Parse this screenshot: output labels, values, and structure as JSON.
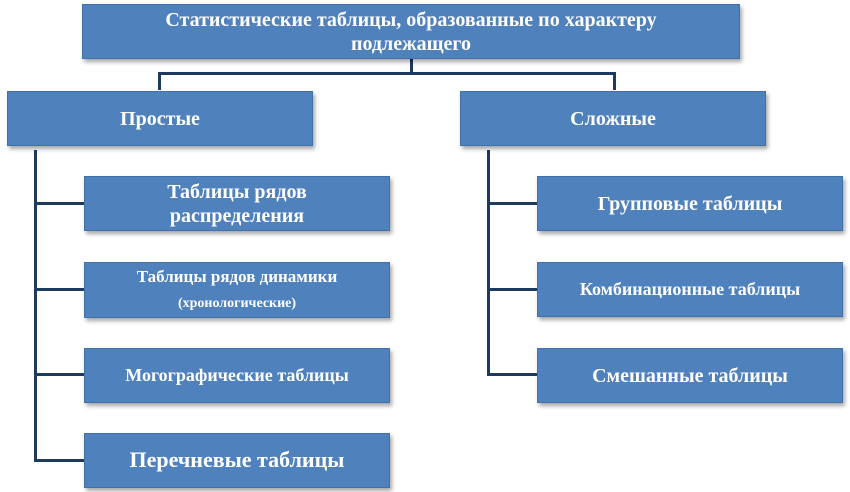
{
  "root": {
    "label": "Статистические таблицы, образованные по характеру подлежащего"
  },
  "left": {
    "label": "Простые",
    "children": [
      {
        "line1": "Таблицы рядов",
        "line2": "распределения"
      },
      {
        "line1": "Таблицы рядов динамики",
        "line2": "(хронологические)"
      },
      {
        "label": "Могографические таблицы"
      },
      {
        "label": "Перечневые таблицы"
      }
    ]
  },
  "right": {
    "label": "Сложные",
    "children": [
      {
        "label": "Групповые таблицы"
      },
      {
        "label": "Комбинационные таблицы"
      },
      {
        "label": "Смешанные таблицы"
      }
    ]
  }
}
